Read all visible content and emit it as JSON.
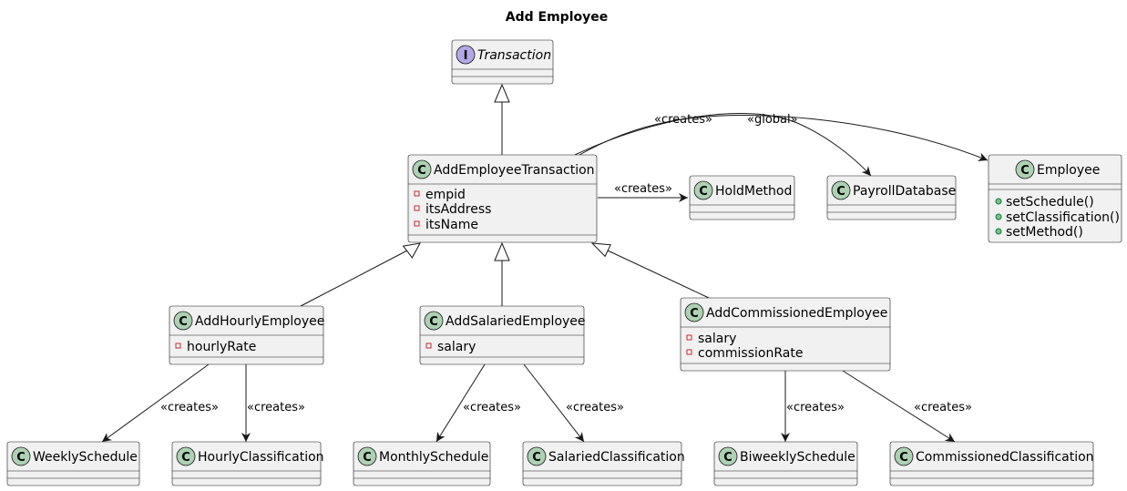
{
  "title": "Add Employee",
  "interface": {
    "name": "Transaction",
    "badge": "I"
  },
  "classes": {
    "add_employee_transaction": {
      "name": "AddEmployeeTransaction",
      "badge": "C",
      "attributes": [
        "empid",
        "itsAddress",
        "itsName"
      ]
    },
    "hold_method": {
      "name": "HoldMethod",
      "badge": "C"
    },
    "payroll_database": {
      "name": "PayrollDatabase",
      "badge": "C"
    },
    "employee": {
      "name": "Employee",
      "badge": "C",
      "methods": [
        "setSchedule()",
        "setClassification()",
        "setMethod()"
      ]
    },
    "add_hourly_employee": {
      "name": "AddHourlyEmployee",
      "badge": "C",
      "attributes": [
        "hourlyRate"
      ]
    },
    "add_salaried_employee": {
      "name": "AddSalariedEmployee",
      "badge": "C",
      "attributes": [
        "salary"
      ]
    },
    "add_commissioned_employee": {
      "name": "AddCommissionedEmployee",
      "badge": "C",
      "attributes": [
        "salary",
        "commissionRate"
      ]
    },
    "weekly_schedule": {
      "name": "WeeklySchedule",
      "badge": "C"
    },
    "hourly_classification": {
      "name": "HourlyClassification",
      "badge": "C"
    },
    "monthly_schedule": {
      "name": "MonthlySchedule",
      "badge": "C"
    },
    "salaried_classification": {
      "name": "SalariedClassification",
      "badge": "C"
    },
    "biweekly_schedule": {
      "name": "BiweeklySchedule",
      "badge": "C"
    },
    "commissioned_classification": {
      "name": "CommissionedClassification",
      "badge": "C"
    }
  },
  "edge_labels": {
    "creates": "«creates»",
    "global": "«global»"
  }
}
